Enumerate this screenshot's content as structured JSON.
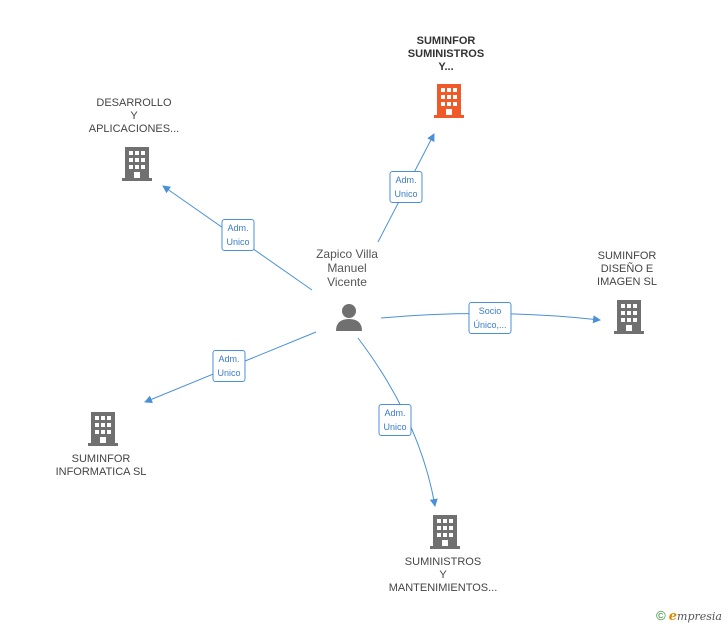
{
  "colors": {
    "edge": "#4a90d9",
    "building": "#707070",
    "building_highlight": "#f05a28",
    "person": "#707070"
  },
  "center": {
    "label": "Zapico Villa\nManuel\nVicente",
    "icon": "person-icon"
  },
  "nodes": [
    {
      "id": "suminfor-suministros",
      "label": "SUMINFOR\nSUMINISTROS\nY...",
      "bold": true,
      "highlight": true,
      "icon": "building-icon"
    },
    {
      "id": "desarrollo",
      "label": "DESARROLLO\nY\nAPLICACIONES...",
      "bold": false,
      "highlight": false,
      "icon": "building-icon"
    },
    {
      "id": "suminfor-diseno",
      "label": "SUMINFOR\nDISEÑO E\nIMAGEN SL",
      "bold": false,
      "highlight": false,
      "icon": "building-icon"
    },
    {
      "id": "suminfor-informatica",
      "label": "SUMINFOR\nINFORMATICA SL",
      "bold": false,
      "highlight": false,
      "icon": "building-icon"
    },
    {
      "id": "suministros-mantenimientos",
      "label": "SUMINISTROS\nY\nMANTENIMIENTOS...",
      "bold": false,
      "highlight": false,
      "icon": "building-icon"
    }
  ],
  "edges": [
    {
      "to": "suminfor-suministros",
      "label": "Adm.\nUnico"
    },
    {
      "to": "desarrollo",
      "label": "Adm.\nUnico"
    },
    {
      "to": "suminfor-diseno",
      "label": "Socio\nÚnico,..."
    },
    {
      "to": "suminfor-informatica",
      "label": "Adm.\nUnico"
    },
    {
      "to": "suministros-mantenimientos",
      "label": "Adm.\nUnico"
    }
  ],
  "footer": {
    "copyright": "©",
    "brand_initial": "e",
    "brand_rest": "mpresia"
  }
}
